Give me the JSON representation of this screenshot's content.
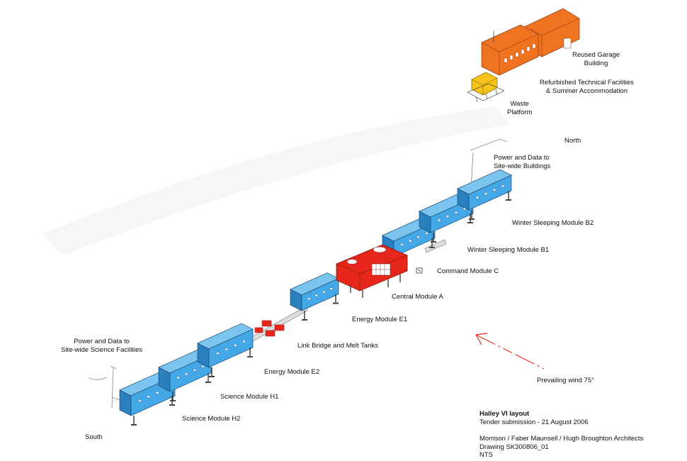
{
  "colors": {
    "module_blue": "#45a8e6",
    "module_blue_dark": "#2a7fbf",
    "central_red": "#e8271c",
    "building_orange": "#f07322",
    "waste_yellow": "#f7c21a",
    "wind_arrow": "#e8271c"
  },
  "labels": {
    "reused_garage": "Reused Garage\nBuilding",
    "technical_facilities": "Refurbished Technical Facilities\n& Summer Accommodation",
    "waste_platform": "Waste\nPlatform",
    "north": "North",
    "power_buildings": "Power and Data to\nSite-wide Buildings",
    "winter_b2": "Winter Sleeping Module B2",
    "winter_b1": "Winter Sleeping Module B1",
    "command_c": "Command Module C",
    "central_a": "Central Module A",
    "energy_e1": "Energy Module E1",
    "link_bridge": "Link Bridge and Melt Tanks",
    "energy_e2": "Energy Module E2",
    "power_science": "Power and Data to\nSite-wide Science Facilities",
    "science_h1": "Science Module H1",
    "science_h2": "Science Module H2",
    "south": "South",
    "wind": "Prevailing wind 75°"
  },
  "title_block": {
    "title": "Halley VI layout",
    "submission": "Tender submission - 21 August 2006",
    "architects": "Morrison / Faber Maunsell / Hugh Broughton Architects",
    "drawing": "Drawing SK300806_01",
    "scale": "NTS"
  }
}
